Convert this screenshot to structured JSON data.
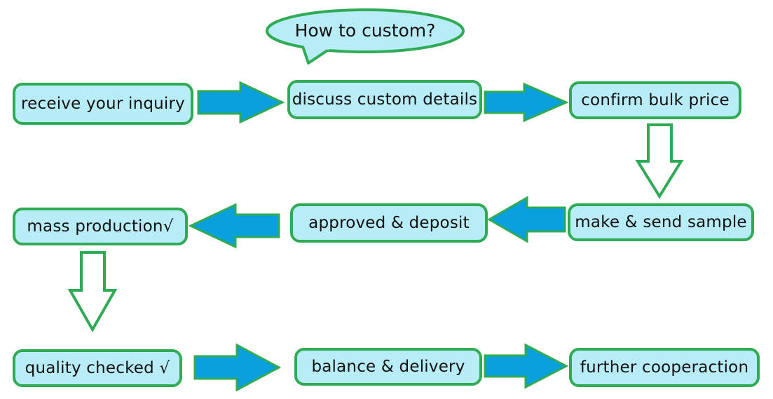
{
  "title": "How to custom?",
  "steps": {
    "s1": "receive your inquiry",
    "s2": "discuss custom details",
    "s3": "confirm bulk price",
    "s4": "make & send sample",
    "s5": "approved & deposit",
    "s6": "mass production√",
    "s7": "quality checked √",
    "s8": "balance & delivery",
    "s9": "further cooperaction"
  },
  "colors": {
    "box_fill": "#b8ecf7",
    "box_border": "#2faa55",
    "arrow_fill": "#0aa0e0",
    "arrow_border": "#2faa55",
    "hollow_arrow_fill": "#ffffff"
  }
}
